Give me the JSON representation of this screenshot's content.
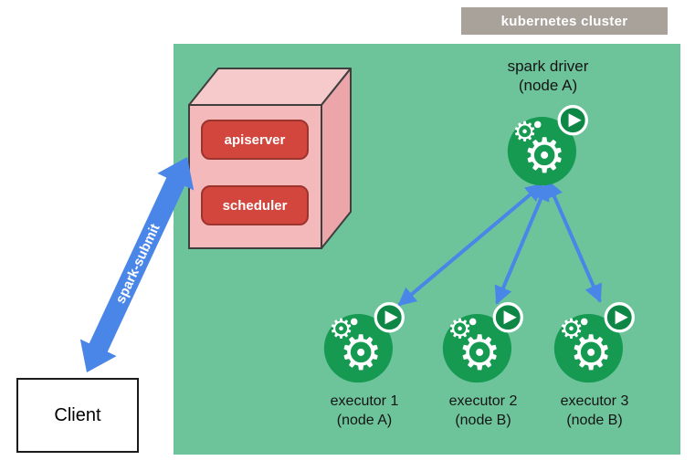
{
  "cluster_label": "kubernetes cluster",
  "client": {
    "label": "Client"
  },
  "spark_submit_label": "spark-submit",
  "control_plane": {
    "apiserver": "apiserver",
    "scheduler": "scheduler"
  },
  "driver": {
    "title": "spark driver",
    "node": "(node A)"
  },
  "executors": [
    {
      "title": "executor 1",
      "node": "(node A)"
    },
    {
      "title": "executor 2",
      "node": "(node B)"
    },
    {
      "title": "executor 3",
      "node": "(node B)"
    }
  ],
  "icons": {
    "gear": "⚙",
    "play": "▶"
  },
  "colors": {
    "cluster_bg": "#6dc49b",
    "arrow_blue": "#4a86e8",
    "pod_green": "#169a52",
    "button_red": "#d2463e",
    "label_gray": "#a8a29b",
    "box_pink": "#f3b9bb"
  }
}
